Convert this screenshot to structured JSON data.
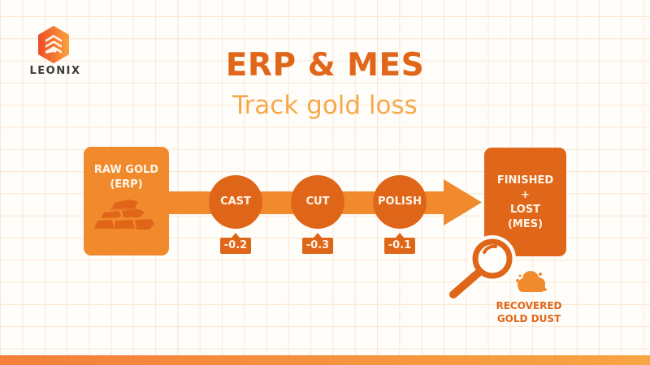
{
  "brand": {
    "name": "LEONIX",
    "logo_icon": "hexagon-chevrons-icon"
  },
  "header": {
    "title": "ERP & MES",
    "subtitle": "Track gold loss"
  },
  "flow": {
    "source": {
      "line1": "RAW GOLD",
      "line2": "(ERP)",
      "icon": "gold-bars-icon"
    },
    "steps": [
      {
        "label": "CAST",
        "loss": "-0.2"
      },
      {
        "label": "CUT",
        "loss": "-0.3"
      },
      {
        "label": "POLISH",
        "loss": "-0.1"
      }
    ],
    "destination": {
      "line1": "FINISHED",
      "line2": "+",
      "line3": "LOST",
      "line4": "(MES)"
    },
    "inspect_icon": "magnifier-icon",
    "recovered": {
      "line1": "RECOVERED",
      "line2": "GOLD DUST",
      "icon": "gold-dust-cloud-icon"
    }
  },
  "colors": {
    "primary": "#e0661a",
    "light_orange": "#f08a2c",
    "subtitle": "#f5a94c",
    "grid": "#fbe6cf",
    "bar_start": "#f47f3a",
    "bar_end": "#f9a542"
  }
}
